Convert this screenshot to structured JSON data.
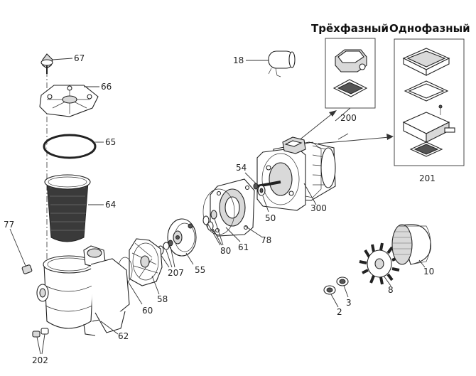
{
  "headers": {
    "three_phase": "Трёхфазный",
    "single_phase": "Однофазный"
  },
  "labels": {
    "p2": "2",
    "p3": "3",
    "p8": "8",
    "p10": "10",
    "p18": "18",
    "p50": "50",
    "p54": "54",
    "p55": "55",
    "p58": "58",
    "p60": "60",
    "p61": "61",
    "p62": "62",
    "p64": "64",
    "p65": "65",
    "p66": "66",
    "p67": "67",
    "p77": "77",
    "p78": "78",
    "p80": "80",
    "p200": "200",
    "p201": "201",
    "p202": "202",
    "p207": "207",
    "p300": "300"
  }
}
